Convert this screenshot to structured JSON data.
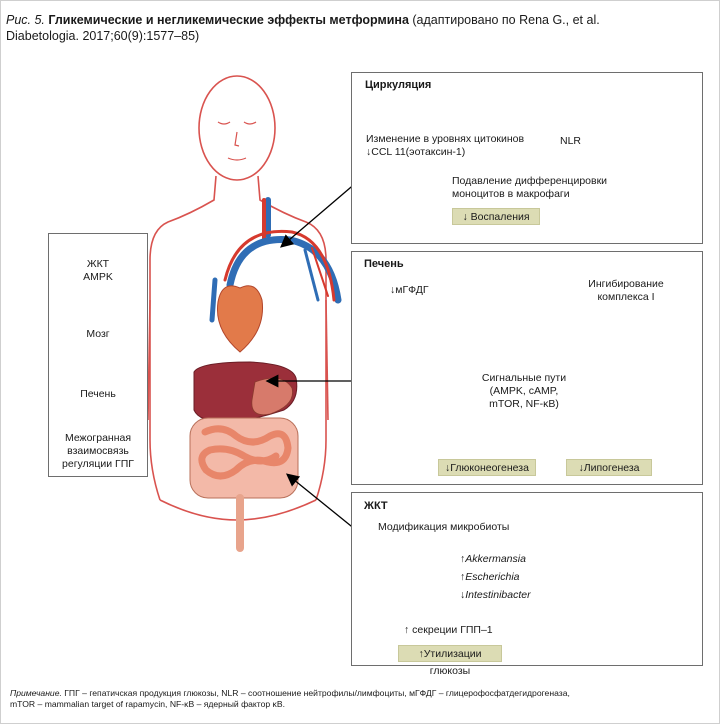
{
  "caption": {
    "fig_label": "Рис. 5.",
    "title": "Гликемические и негликемические эффекты метформина",
    "source_line1": " (адаптировано по Rena G., et al.",
    "source_line2": "Diabetologia. 2017;60(9):1577–85)"
  },
  "axis_box": {
    "organ1_line1": "ЖКТ",
    "organ1_line2": "AMPK",
    "organ2": "Мозг",
    "organ3": "Печень",
    "caption_line1": "Межогранная",
    "caption_line2": "взаимосвязь",
    "caption_line3": "регуляции ГПГ"
  },
  "circulation": {
    "title": "Циркуляция",
    "cytokines_line1": "Изменение в уровнях цитокинов",
    "cytokines_line2": "↓CCL 11(эотаксин-1)",
    "nlr": "NLR",
    "monocytes_line1": "Подавление дифференцировки",
    "monocytes_line2": "моноцитов в макрофаги",
    "badge": "↓ Воспаления"
  },
  "liver": {
    "title": "Печень",
    "mgfdg": "↓мГФДГ",
    "complex_line1": "Ингибирование",
    "complex_line2": "комплекса I",
    "signal_line1": "Сигнальные пути",
    "signal_line2": "(AMPK, cAMP,",
    "signal_line3": "mTOR, NF-κB)",
    "badge_gluco": "↓Глюконеогенеза",
    "badge_lipo": "↓Липогенеза"
  },
  "gut": {
    "title": "ЖКТ",
    "microbiota": "Модификация микробиоты",
    "arrow_up1": "↑",
    "bact1": "Akkermansia",
    "arrow_up2": "↑",
    "bact2": "Escherichia",
    "arrow_down": "↓",
    "bact3": "Intestinibacter",
    "glp": "↑ секреции ГПП–1",
    "badge": "↑Утилизации глюкозы"
  },
  "footnote": {
    "label": "Примечание.",
    "line1": " ГПГ – гепатичская продукция глюкозы, NLR – соотношение нейтрофилы/лимфоциты, мГФДГ – глицерофосфатдегидрогеназа,",
    "line2": "mTOR – mammalian target of rapamycin, NF-κB – ядерный фактор κB."
  },
  "colors": {
    "body_outline": "#d9534f",
    "badge": "#dcdcb4",
    "teal_arrow": "#5cc6c0",
    "liver": "#9b2f3a",
    "intestine": "#e8866a",
    "artery": "#d63a2e",
    "vein": "#2f6db5"
  }
}
